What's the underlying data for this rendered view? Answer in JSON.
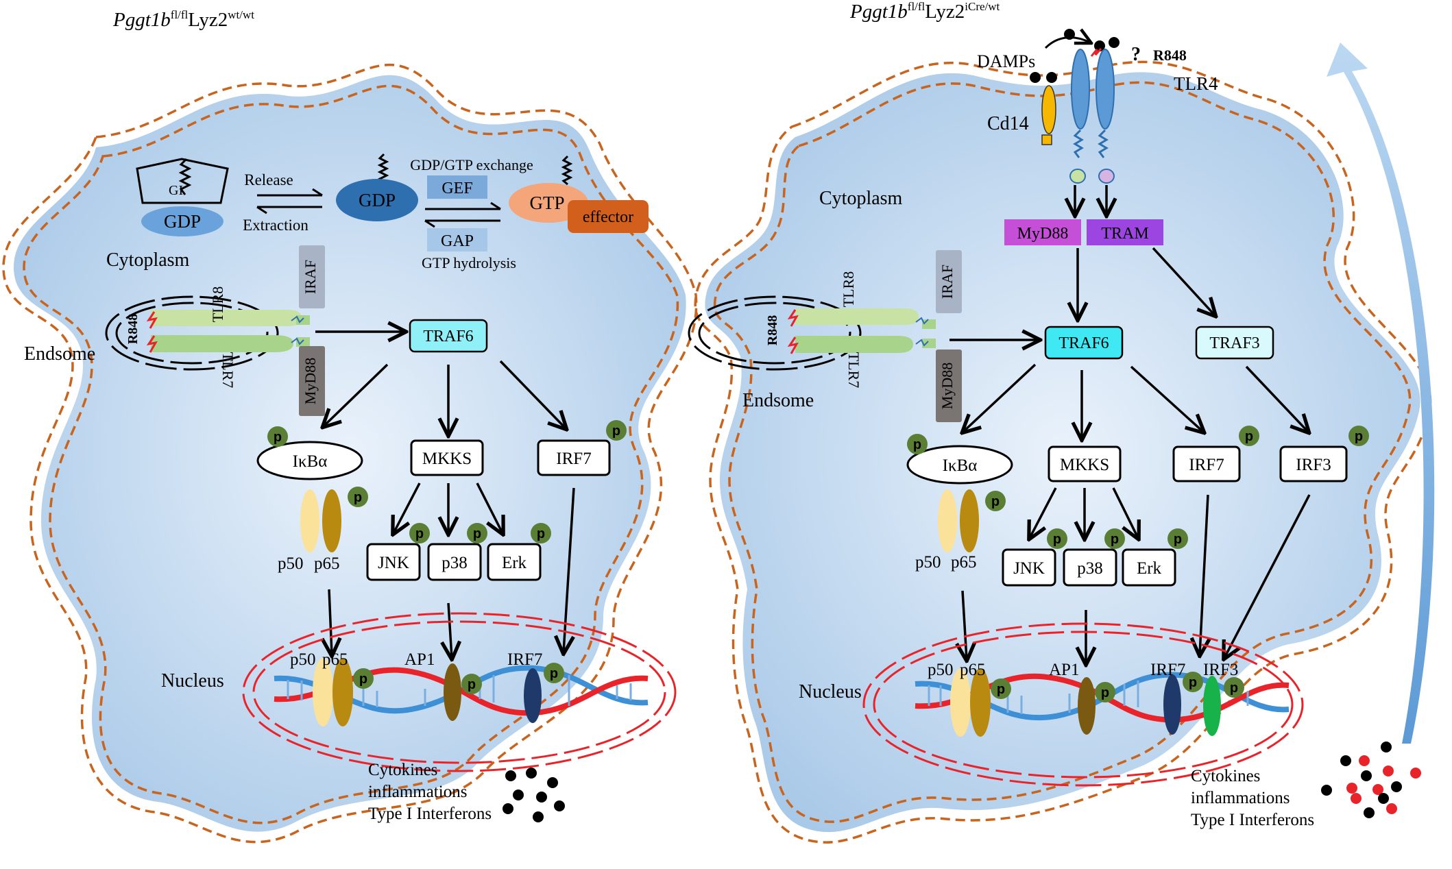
{
  "left_panel": {
    "title_gene": "Pggt1b",
    "title_sup1": "fl/fl",
    "title_mid": "Lyz2",
    "title_sup2": "wt/wt",
    "cytoplasm": "Cytoplasm",
    "endosome": "Endsome",
    "nucleus": "Nucleus",
    "release": "Release",
    "extraction": "Extraction",
    "gdp_gtp_exchange": "GDP/GTP exchange",
    "gtp_hydrolysis": "GTP hydrolysis",
    "gdp_bound": "GDP",
    "gdp_free": "GDP",
    "gef": "GEF",
    "gap": "GAP",
    "gtp": "GTP",
    "effector": "effector",
    "gdi_hidden": "GI",
    "tlr8": "TLR8",
    "tlr7": "TLR7",
    "r848": "R848",
    "iraf": "IRAF",
    "myd88": "MyD88",
    "traf6": "TRAF6",
    "ikba": "IκBα",
    "mkks": "MKKS",
    "irf7": "IRF7",
    "jnk": "JNK",
    "p38": "p38",
    "erk": "Erk",
    "p50": "p50",
    "p65": "p65",
    "nuc_p50": "p50",
    "nuc_p65": "p65",
    "ap1": "AP1",
    "nuc_irf7": "IRF7",
    "output_1": "Cytokines",
    "output_2": "inflammations",
    "output_3": "Type I Interferons",
    "phospho": "p"
  },
  "right_panel": {
    "title_gene": "Pggt1b",
    "title_sup1": "fl/fl",
    "title_mid": "Lyz2",
    "title_sup2": "iCre/wt",
    "damps": "DAMPs",
    "question": "?",
    "r848_top": "R848",
    "tlr4": "TLR4",
    "cd14": "Cd14",
    "cytoplasm": "Cytoplasm",
    "endosome": "Endsome",
    "nucleus": "Nucleus",
    "myd88_top": "MyD88",
    "tram": "TRAM",
    "traf6": "TRAF6",
    "traf3": "TRAF3",
    "tlr8": "TLR8",
    "tlr7": "TLR7",
    "r848": "R848",
    "iraf": "IRAF",
    "myd88": "MyD88",
    "ikba": "IκBα",
    "mkks": "MKKS",
    "irf7": "IRF7",
    "irf3": "IRF3",
    "jnk": "JNK",
    "p38": "p38",
    "erk": "Erk",
    "p50": "p50",
    "p65": "p65",
    "nuc_p50": "p50",
    "nuc_p65": "p65",
    "ap1": "AP1",
    "nuc_irf7": "IRF7",
    "nuc_irf3": "IRF3",
    "output_1": "Cytokines",
    "output_2": "inflammations",
    "output_3": "Type I Interferons",
    "phospho": "p"
  },
  "colors": {
    "cell_fill": "#bcd6ee",
    "membrane": "#c8641e",
    "nucleus_ring": "#e8242a",
    "traf_box": "#3fe8f2",
    "myd88_box": "#c64fd8",
    "tram_box": "#9c45e0",
    "highlight_text": "#e8242a",
    "phospho": "#5a7f34",
    "gdp": "#2e6fb0",
    "gtp": "#f4a67a",
    "effector": "#d25f1c",
    "gef_gap": "#7ba9d9"
  }
}
